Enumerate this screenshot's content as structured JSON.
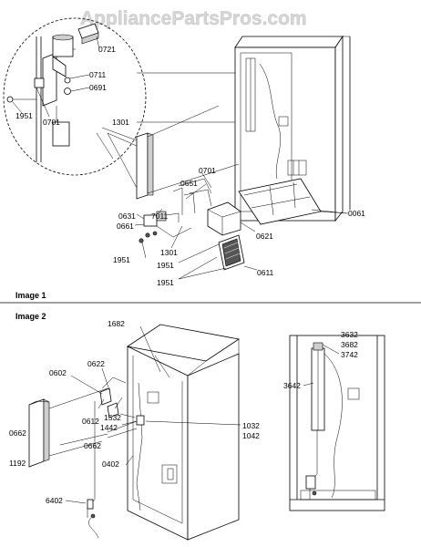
{
  "watermark": "AppliancePartsPros.com",
  "sections": {
    "image1": "Image 1",
    "image2": "Image 2"
  },
  "labels": {
    "p0721": "0721",
    "p0711": "0711",
    "p0691": "0691",
    "p1951_inset": "1951",
    "p0701_inset": "0701",
    "p1301_a": "1301",
    "p0701": "0701",
    "p0651": "0651",
    "p0061": "0061",
    "p0631": "0631",
    "p7011": "7011",
    "p0661": "0661",
    "p0621": "0621",
    "p1301_b": "1301",
    "p1951_a": "1951",
    "p1951_b": "1951",
    "p0611": "0611",
    "p1951_c": "1951",
    "p1682": "1682",
    "p0602": "0602",
    "p0622": "0622",
    "p0612": "0612",
    "p1532": "1532",
    "p1442": "1442",
    "p0662_a": "0662",
    "p0662_b": "0662",
    "p1192": "1192",
    "p1032": "1032",
    "p1042": "1042",
    "p0402": "0402",
    "p6402": "6402",
    "p3632": "3632",
    "p3682": "3682",
    "p3742": "3742",
    "p3642": "3642"
  }
}
